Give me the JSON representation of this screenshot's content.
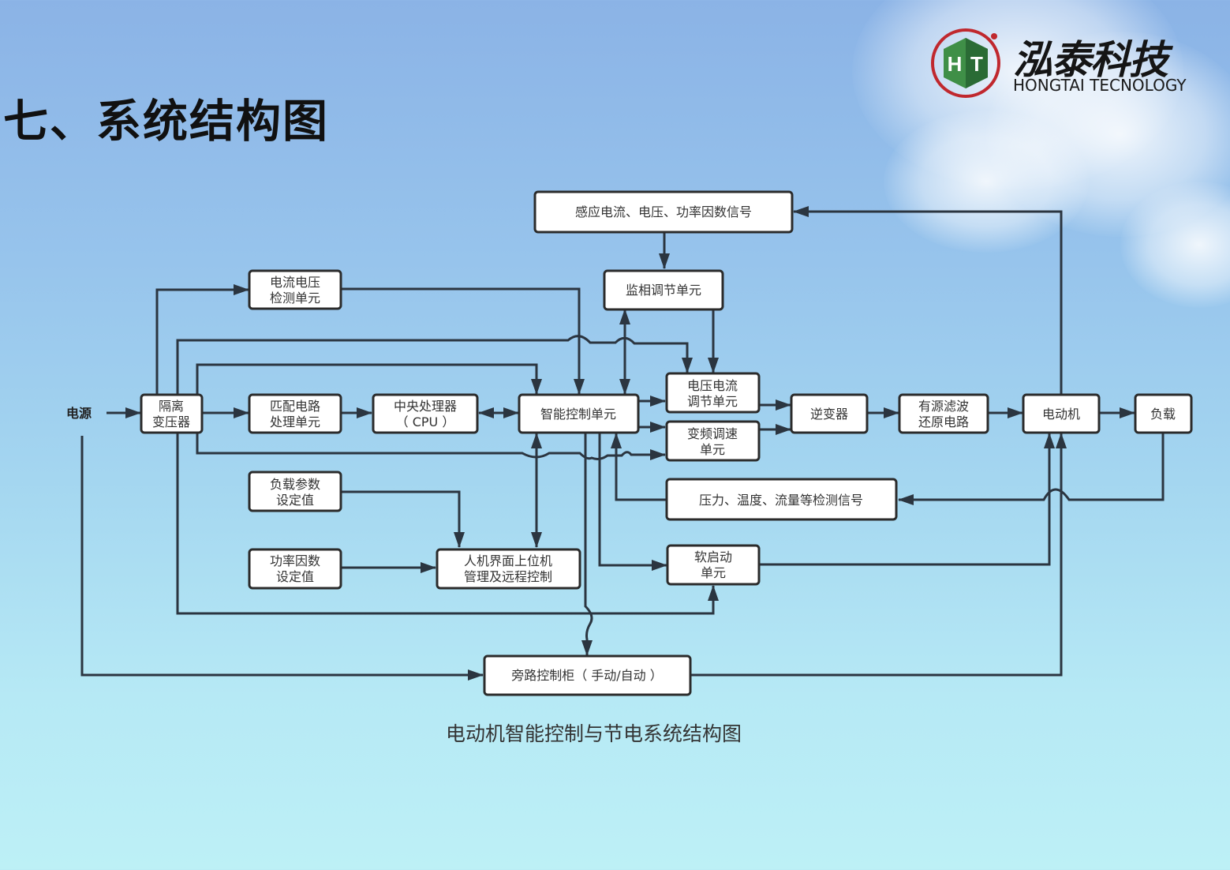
{
  "page": {
    "title": "七、系统结构图",
    "caption": "电动机智能控制与节电系统结构图"
  },
  "logo": {
    "mark": "HT",
    "name_cn": "泓泰科技",
    "name_en": "HONGTAI TECNOLOGY",
    "colors": {
      "ring": "#c0282e",
      "cube_left": "#3f8f47",
      "cube_right": "#2a6b35"
    }
  },
  "diagram": {
    "source_label": "电源",
    "nodes": {
      "sense_signal": [
        "感应电流、电压、功率因数信号"
      ],
      "phase_monitor": [
        "监相调节单元"
      ],
      "cv_detect": [
        "电流电压",
        "检测单元"
      ],
      "isolation_tf": [
        "隔离",
        "变压器"
      ],
      "match_circuit": [
        "匹配电路",
        "处理单元"
      ],
      "cpu": [
        "中央处理器",
        "（ CPU ）"
      ],
      "smart_ctrl": [
        "智能控制单元"
      ],
      "vc_regulate": [
        "电压电流",
        "调节单元"
      ],
      "vfd": [
        "变频调速",
        "单元"
      ],
      "inverter": [
        "逆变器"
      ],
      "filter": [
        "有源滤波",
        "还原电路"
      ],
      "motor": [
        "电动机"
      ],
      "load": [
        "负载"
      ],
      "process_signal": [
        "压力、温度、流量等检测信号"
      ],
      "load_param": [
        "负载参数",
        "设定值"
      ],
      "pf_setpoint": [
        "功率因数",
        "设定值"
      ],
      "hmi": [
        "人机界面上位机",
        "管理及远程控制"
      ],
      "soft_start": [
        "软启动",
        "单元"
      ],
      "bypass": [
        "旁路控制柜（ 手动/自动 ）"
      ]
    },
    "edges": [
      [
        "source",
        "isolation_tf"
      ],
      [
        "isolation_tf",
        "match_circuit"
      ],
      [
        "isolation_tf",
        "cv_detect"
      ],
      [
        "isolation_tf",
        "vc_regulate"
      ],
      [
        "isolation_tf",
        "smart_ctrl"
      ],
      [
        "isolation_tf",
        "vfd"
      ],
      [
        "isolation_tf",
        "soft_start"
      ],
      [
        "match_circuit",
        "cpu"
      ],
      [
        "cpu",
        "smart_ctrl",
        "bidirectional"
      ],
      [
        "cv_detect",
        "smart_ctrl"
      ],
      [
        "sense_signal",
        "phase_monitor"
      ],
      [
        "phase_monitor",
        "smart_ctrl",
        "bidirectional"
      ],
      [
        "phase_monitor",
        "vc_regulate"
      ],
      [
        "smart_ctrl",
        "vc_regulate"
      ],
      [
        "smart_ctrl",
        "vfd"
      ],
      [
        "vc_regulate",
        "inverter"
      ],
      [
        "vfd",
        "inverter"
      ],
      [
        "inverter",
        "filter"
      ],
      [
        "filter",
        "motor"
      ],
      [
        "motor",
        "load"
      ],
      [
        "motor",
        "sense_signal"
      ],
      [
        "load",
        "process_signal"
      ],
      [
        "process_signal",
        "smart_ctrl"
      ],
      [
        "smart_ctrl",
        "hmi",
        "bidirectional"
      ],
      [
        "load_param",
        "hmi"
      ],
      [
        "pf_setpoint",
        "hmi"
      ],
      [
        "smart_ctrl",
        "soft_start"
      ],
      [
        "smart_ctrl",
        "bypass"
      ],
      [
        "soft_start",
        "motor"
      ],
      [
        "source",
        "bypass"
      ],
      [
        "bypass",
        "motor"
      ]
    ]
  }
}
